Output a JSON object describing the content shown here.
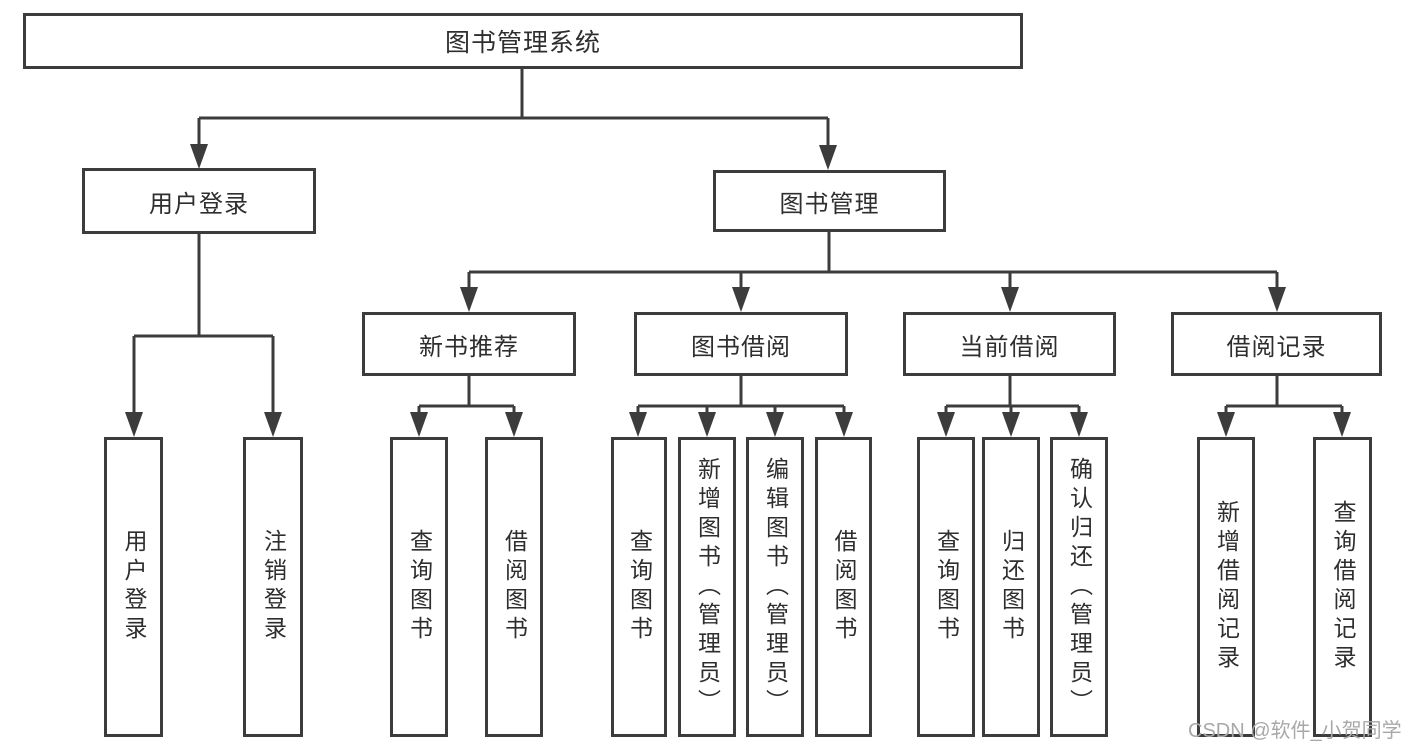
{
  "diagram": {
    "root": {
      "label": "图书管理系统"
    },
    "level2": [
      {
        "id": "user-login",
        "label": "用户登录",
        "children": [
          {
            "label": "用户登录"
          },
          {
            "label": "注销登录"
          }
        ]
      },
      {
        "id": "book-management",
        "label": "图书管理",
        "children": [
          {
            "id": "new-book-recommend",
            "label": "新书推荐",
            "children": [
              {
                "label": "查询图书"
              },
              {
                "label": "借阅图书"
              }
            ]
          },
          {
            "id": "book-borrowing",
            "label": "图书借阅",
            "children": [
              {
                "label": "查询图书"
              },
              {
                "label": "新增图书（管理员）"
              },
              {
                "label": "编辑图书（管理员）"
              },
              {
                "label": "借阅图书"
              }
            ]
          },
          {
            "id": "current-borrowing",
            "label": "当前借阅",
            "children": [
              {
                "label": "查询图书"
              },
              {
                "label": "归还图书"
              },
              {
                "label": "确认归还（管理员）"
              }
            ]
          },
          {
            "id": "borrow-records",
            "label": "借阅记录",
            "children": [
              {
                "label": "新增借阅记录"
              },
              {
                "label": "查询借阅记录"
              }
            ]
          }
        ]
      }
    ]
  },
  "watermark": {
    "text": "CSDN @软件_小贺同学"
  },
  "colors": {
    "line": "#3c3c3c",
    "text": "#2e2e2e",
    "watermark": "#a8a8a8",
    "background": "#ffffff"
  }
}
